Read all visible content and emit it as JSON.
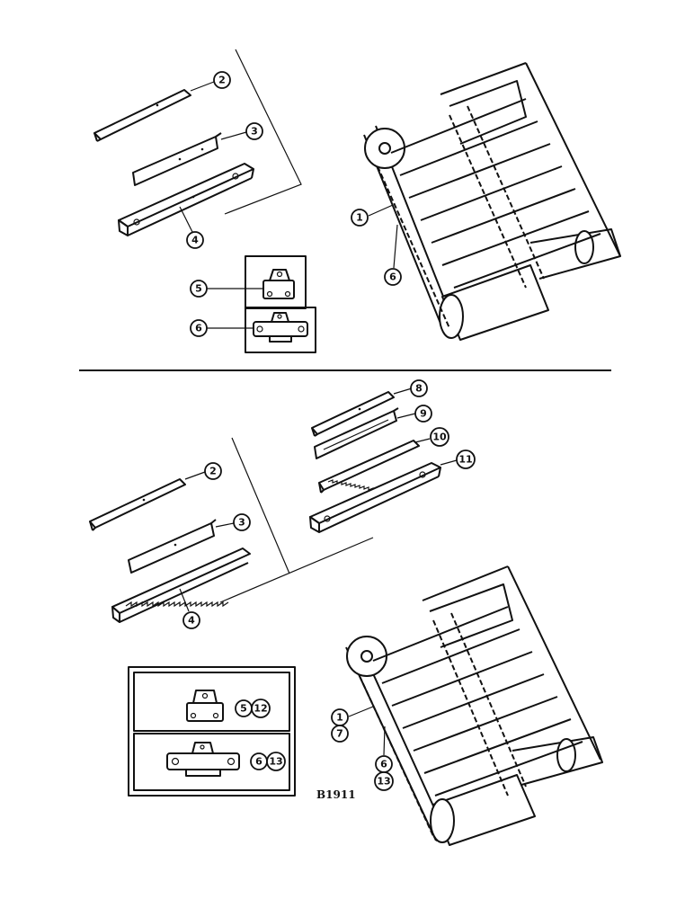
{
  "figure_code": "B1911",
  "top_section": {
    "callouts": {
      "c2": "2",
      "c3": "3",
      "c4": "4",
      "c5": "5",
      "c6": "6",
      "c1": "1",
      "c6b": "6"
    }
  },
  "bottom_section": {
    "callouts": {
      "c8": "8",
      "c9": "9",
      "c10": "10",
      "c11": "11",
      "c2": "2",
      "c3": "3",
      "c4": "4",
      "c5": "5",
      "c12": "12",
      "c6": "6",
      "c13": "13",
      "c1": "1",
      "c7": "7",
      "c6b": "6",
      "c13b": "13"
    }
  }
}
